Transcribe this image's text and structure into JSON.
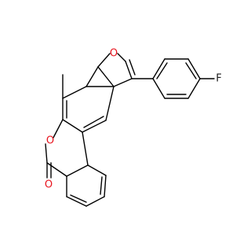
{
  "molecule": {
    "atoms": [
      {
        "symbol": "O",
        "role": "furan-oxygen",
        "color": "#e8141e"
      },
      {
        "symbol": "F",
        "role": "fluorine",
        "color": "#1a1a1a"
      },
      {
        "symbol": "O",
        "role": "lactone-ring-oxygen",
        "color": "#e8141e"
      },
      {
        "symbol": "O",
        "role": "carbonyl-oxygen",
        "color": "#e8141e"
      }
    ]
  },
  "colors": {
    "bond": "#000000",
    "oxygen": "#e8141e",
    "fluorine": "#1a1a1a",
    "background": "#ffffff"
  }
}
